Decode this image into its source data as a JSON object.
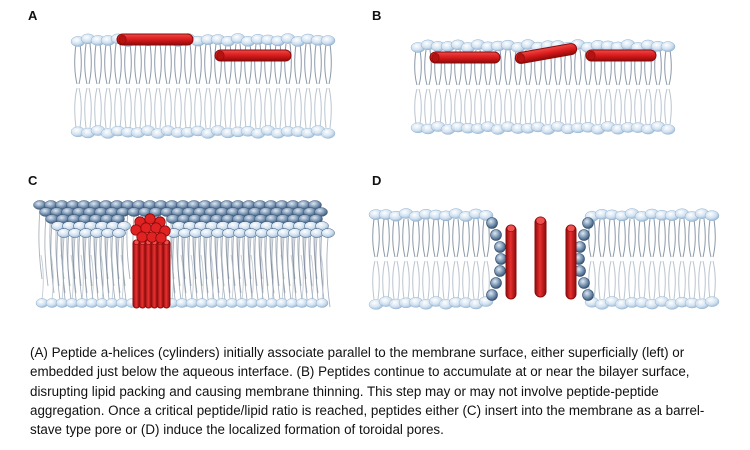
{
  "panels": {
    "a": {
      "letter": "A"
    },
    "b": {
      "letter": "B"
    },
    "c": {
      "letter": "C"
    },
    "d": {
      "letter": "D"
    }
  },
  "colors": {
    "lipid_head": "#cfe0f0",
    "lipid_head_edge": "#8fb0cf",
    "lipid_tail": "#6f7f93",
    "peptide": "#d91a1a",
    "peptide_dark": "#8c0b0b"
  },
  "caption": "(A) Peptide a-helices (cylinders) initially associate parallel to the membrane surface, either superficially (left) or embedded just below the aqueous interface. (B) Peptides continue to accumulate at or near the bilayer surface, disrupting lipid packing and causing membrane thinning. This step may or may not involve peptide-peptide aggregation. Once a critical peptide/lipid ratio is reached, peptides either (C) insert into the membrane as a barrel-stave type pore or (D) induce the localized formation of toroidal pores."
}
